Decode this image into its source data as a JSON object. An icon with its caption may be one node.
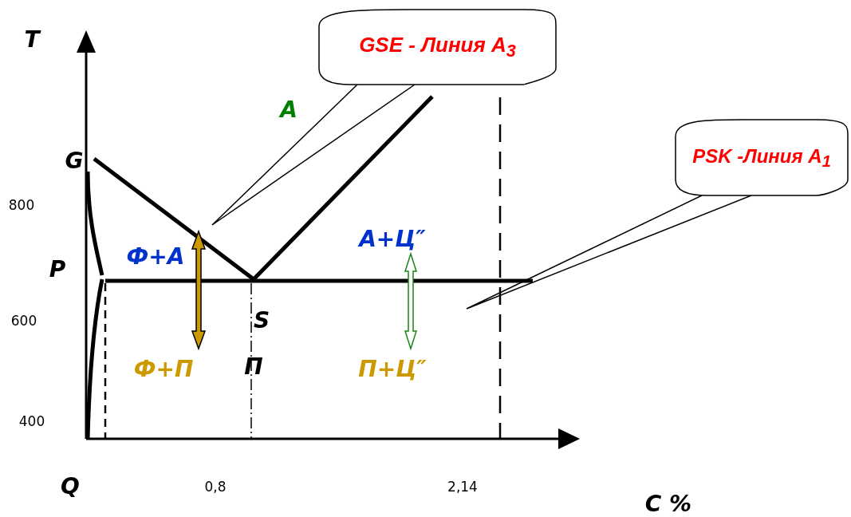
{
  "diagram": {
    "nodes": [
      {
        "text": [
          "GSE - Линия А$_{3}$"
        ]
      },
      {
        "text": [
          "PSK -Линия А$_{1}$"
        ]
      }
    ],
    "edges": [
      {
        "from": 0,
        "to": null,
        "arrow": "none"
      },
      {
        "from": 1,
        "to": null,
        "arrow": "none"
      }
    ],
    "labels": [
      "T",
      "А",
      "G",
      "800",
      "А+Ц″",
      "Ф+А",
      "P",
      "600",
      "S",
      "Ф+П",
      "П",
      "П+Ц″",
      "400",
      "Q",
      "0,8",
      "2,14",
      "C %"
    ]
  }
}
